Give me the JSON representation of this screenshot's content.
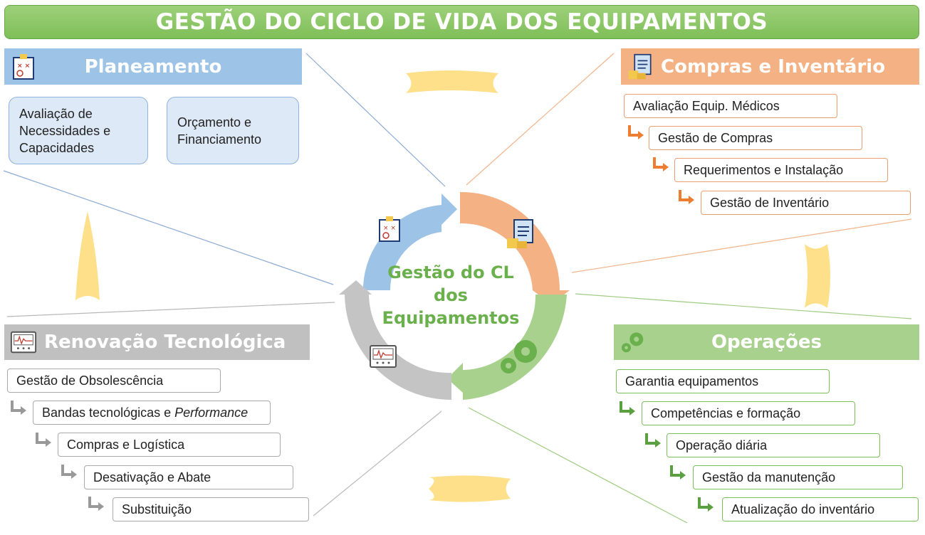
{
  "title": "GESTÃO DO CICLO DE VIDA DOS EQUIPAMENTOS",
  "center": {
    "line1": "Gestão do CL",
    "line2": "dos",
    "line3": "Equipamentos"
  },
  "planeamento": {
    "title": "Planeamento",
    "icon": "strategy-board-icon",
    "box1": [
      "Avaliação de",
      "Necessidades e",
      "Capacidades"
    ],
    "box2": [
      "Orçamento e",
      "Financiamento"
    ]
  },
  "compras": {
    "title": "Compras e Inventário",
    "icon": "clipboard-coins-icon",
    "steps": [
      "Avaliação Equip. Médicos",
      "Gestão de Compras",
      "Requerimentos e Instalação",
      "Gestão de Inventário"
    ]
  },
  "operacoes": {
    "title": "Operações",
    "icon": "gears-icon",
    "steps": [
      "Garantia equipamentos",
      "Competências e formação",
      "Operação diária",
      "Gestão da manutenção",
      "Atualização do inventário"
    ]
  },
  "renovacao": {
    "title": "Renovação Tecnológica",
    "icon": "monitor-icon",
    "steps": [
      "Gestão de Obsolescência",
      "Bandas tecnológicas e",
      "Compras e Logística",
      "Desativação e Abate",
      "Substituição"
    ],
    "step2_italic": "Performance"
  },
  "colors": {
    "planeamento": "#9dc3e6",
    "compras": "#f4b183",
    "operacoes": "#a9d18e",
    "renovacao": "#c0c0c0",
    "arrows": "#ffe08a"
  }
}
